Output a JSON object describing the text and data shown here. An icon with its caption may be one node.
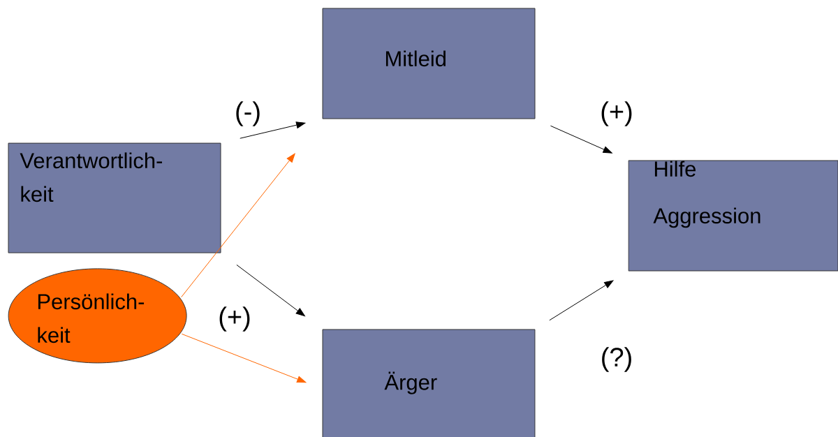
{
  "diagram": {
    "nodes": [
      {
        "text": [
          "Mitleid"
        ]
      },
      {
        "text": [
          "Verantwortlich- keit"
        ]
      },
      {
        "text": [
          "Hilfe",
          "Aggression"
        ]
      },
      {
        "text": [
          "Persönlich- keit"
        ]
      },
      {
        "text": [
          "Ärger"
        ]
      }
    ],
    "edges": [
      {
        "from": 1,
        "to": 0,
        "arrow": "to",
        "label": "(-)"
      },
      {
        "from": 0,
        "to": 2,
        "arrow": "to",
        "label": "(+)"
      },
      {
        "from": 1,
        "to": 4,
        "arrow": "to",
        "label": "(+)"
      },
      {
        "from": 4,
        "to": 2,
        "arrow": "to",
        "label": "(?)"
      },
      {
        "from": 3,
        "to": 0,
        "arrow": "to",
        "color": "#ff6600"
      },
      {
        "from": 3,
        "to": 4,
        "arrow": "to",
        "color": "#ff6600"
      }
    ]
  }
}
